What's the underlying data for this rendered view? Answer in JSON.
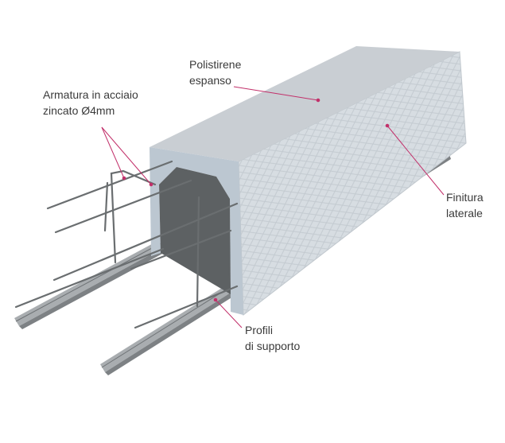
{
  "labels": {
    "rebar": [
      "Armatura in acciaio",
      "zincato Ø4mm"
    ],
    "polystyrene": [
      "Polistirene",
      "espanso"
    ],
    "side_finish": [
      "Finitura",
      "laterale"
    ],
    "profiles": [
      "Profili",
      "di supporto"
    ]
  },
  "colors": {
    "leader": "#c2306a",
    "top_face": "#c9ced3",
    "side_face": "#d5dbe0",
    "front_face": "#bfc9d2",
    "cavity": "#5d6163",
    "steel": "#8a8e91"
  }
}
